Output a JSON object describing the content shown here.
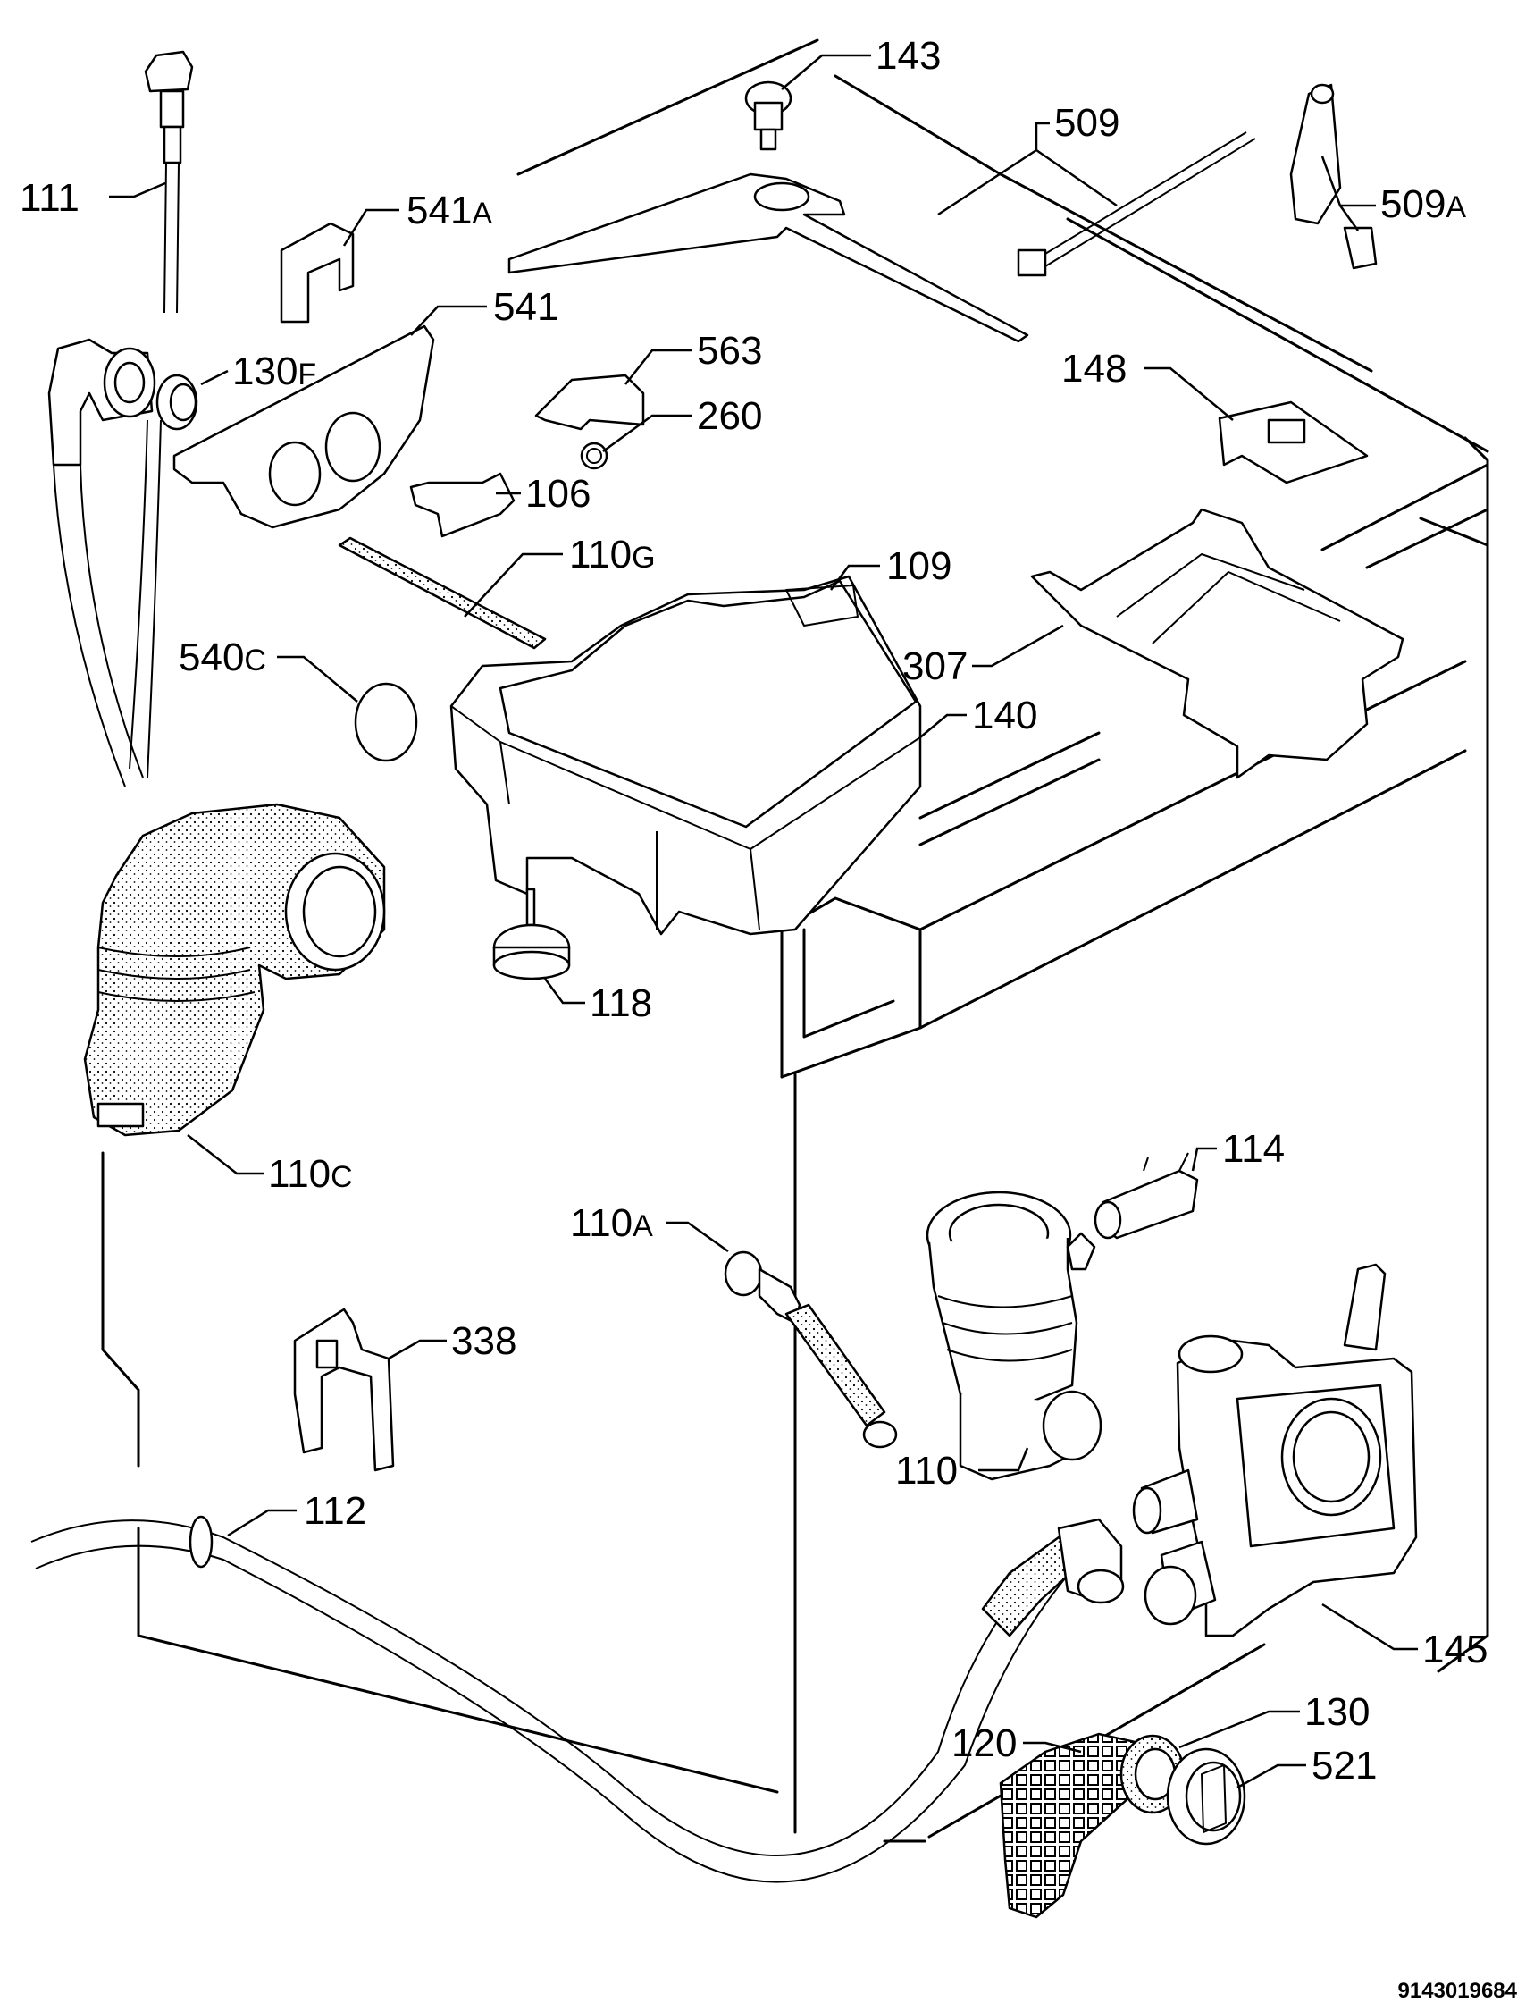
{
  "document_number": "9143019684",
  "labels": {
    "p111": {
      "num": "111",
      "suffix": ""
    },
    "p541a": {
      "num": "541",
      "suffix": "A"
    },
    "p143": {
      "num": "143",
      "suffix": ""
    },
    "p509": {
      "num": "509",
      "suffix": ""
    },
    "p509a": {
      "num": "509",
      "suffix": "A"
    },
    "p541": {
      "num": "541",
      "suffix": ""
    },
    "p130f": {
      "num": "130",
      "suffix": "F"
    },
    "p563": {
      "num": "563",
      "suffix": ""
    },
    "p260": {
      "num": "260",
      "suffix": ""
    },
    "p148": {
      "num": "148",
      "suffix": ""
    },
    "p106": {
      "num": "106",
      "suffix": ""
    },
    "p110g": {
      "num": "110",
      "suffix": "G"
    },
    "p109": {
      "num": "109",
      "suffix": ""
    },
    "p540c": {
      "num": "540",
      "suffix": "C"
    },
    "p307": {
      "num": "307",
      "suffix": ""
    },
    "p140": {
      "num": "140",
      "suffix": ""
    },
    "p118": {
      "num": "118",
      "suffix": ""
    },
    "p110c": {
      "num": "110",
      "suffix": "C"
    },
    "p114": {
      "num": "114",
      "suffix": ""
    },
    "p110a": {
      "num": "110",
      "suffix": "A"
    },
    "p338": {
      "num": "338",
      "suffix": ""
    },
    "p110": {
      "num": "110",
      "suffix": ""
    },
    "p112": {
      "num": "112",
      "suffix": ""
    },
    "p145": {
      "num": "145",
      "suffix": ""
    },
    "p130": {
      "num": "130",
      "suffix": ""
    },
    "p120": {
      "num": "120",
      "suffix": ""
    },
    "p521": {
      "num": "521",
      "suffix": ""
    }
  }
}
